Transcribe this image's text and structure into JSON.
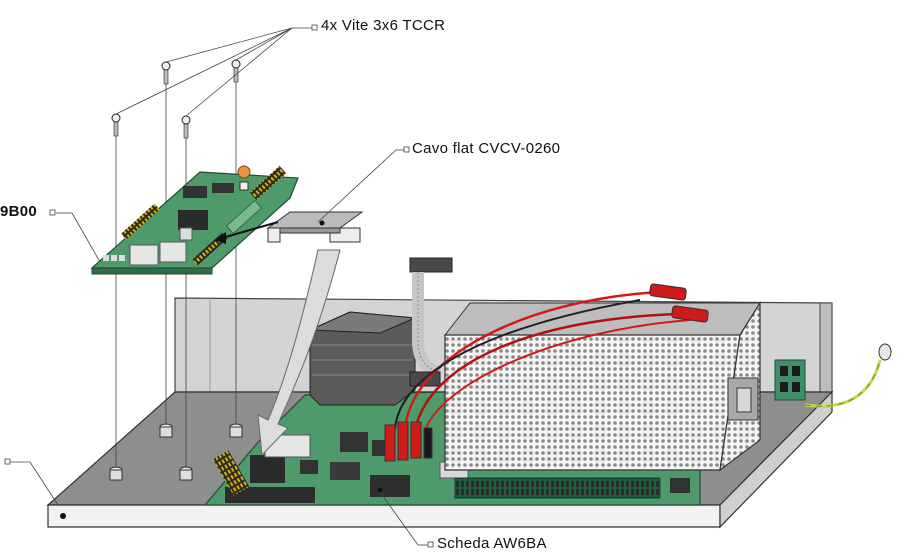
{
  "callouts": {
    "screws": "4x Vite 3x6 TCCR",
    "flat_cable": "Cavo flat CVCV-0260",
    "upper_board": "9B00",
    "main_board": "Scheda AW6BA"
  },
  "colors": {
    "pcb_green": "#4f9a6a",
    "pcb_dark": "#2e6b47",
    "tray_gray": "#8c8c8c",
    "panel_gray": "#d2d2d2",
    "wire_red": "#d11a1a",
    "ground_wire": "#c8d84a"
  }
}
